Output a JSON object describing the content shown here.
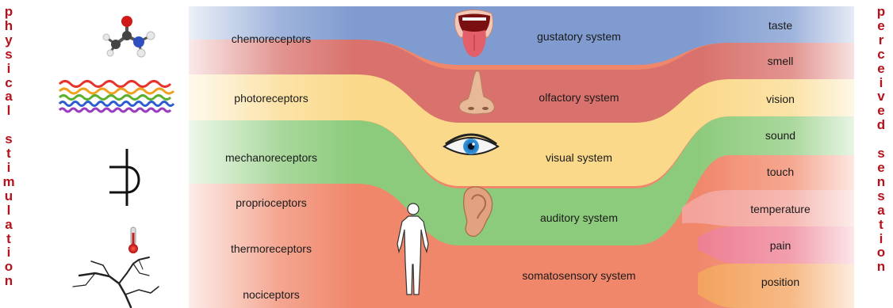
{
  "left_vertical_text": "physical stimulation",
  "right_vertical_text": "perceived sensation",
  "receptors": [
    {
      "id": "chemo",
      "label": "chemoreceptors"
    },
    {
      "id": "photo",
      "label": "photoreceptors"
    },
    {
      "id": "mechano",
      "label": "mechanoreceptors"
    },
    {
      "id": "proprio",
      "label": "proprioceptors"
    },
    {
      "id": "thermo",
      "label": "thermoreceptors"
    },
    {
      "id": "noci",
      "label": "nociceptors"
    }
  ],
  "systems": [
    {
      "id": "gustatory",
      "label": "gustatory system",
      "color": "#7f9bd0"
    },
    {
      "id": "olfactory",
      "label": "olfactory system",
      "color": "#d9716c"
    },
    {
      "id": "visual",
      "label": "visual system",
      "color": "#fad98a"
    },
    {
      "id": "auditory",
      "label": "auditory system",
      "color": "#8dcb7c"
    },
    {
      "id": "somatosensory",
      "label": "somatosensory system",
      "color": "#f0876b"
    }
  ],
  "sensations": [
    {
      "id": "taste",
      "label": "taste"
    },
    {
      "id": "smell",
      "label": "smell"
    },
    {
      "id": "vision",
      "label": "vision"
    },
    {
      "id": "sound",
      "label": "sound"
    },
    {
      "id": "touch",
      "label": "touch"
    },
    {
      "id": "temperature",
      "label": "temperature"
    },
    {
      "id": "pain",
      "label": "pain"
    },
    {
      "id": "position",
      "label": "position"
    }
  ],
  "icons": {
    "stimuli": [
      "molecule-icon",
      "light-waves-icon",
      "pressure-icon",
      "thermometer-icon",
      "crack-icon"
    ],
    "organs": [
      "tongue-icon",
      "nose-icon",
      "eye-icon",
      "ear-icon",
      "human-body-icon"
    ]
  }
}
